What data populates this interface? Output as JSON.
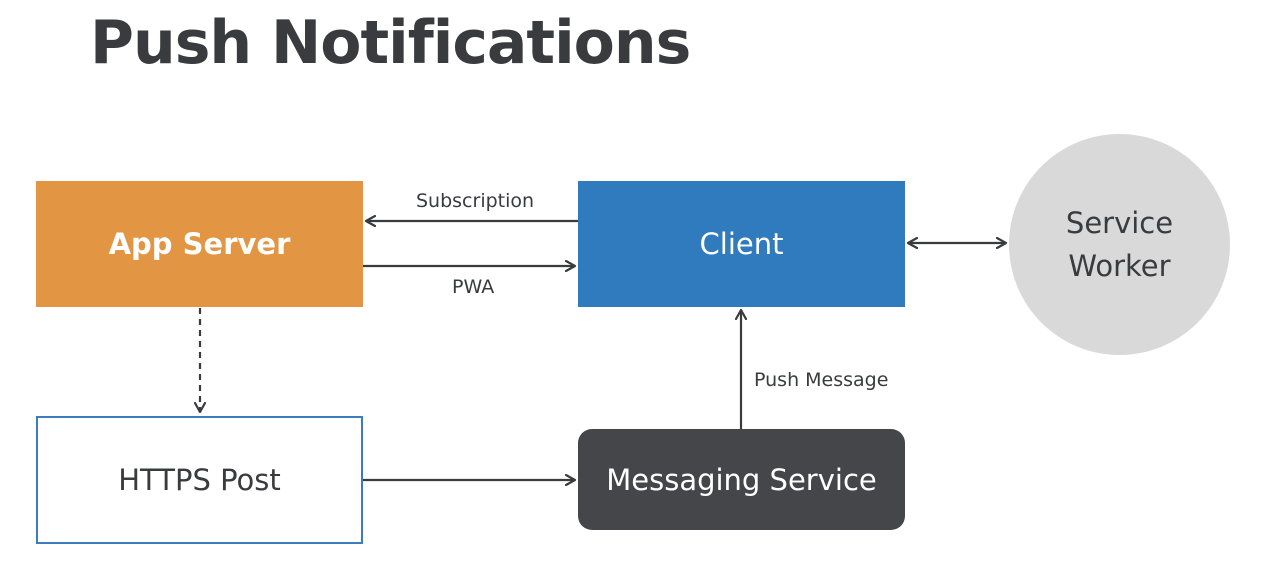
{
  "title": "Push Notifications",
  "nodes": {
    "app_server": "App Server",
    "client": "Client",
    "service_worker_line1": "Service",
    "service_worker_line2": "Worker",
    "https_post": "HTTPS Post",
    "messaging_service": "Messaging Service"
  },
  "edges": {
    "subscription": "Subscription",
    "pwa": "PWA",
    "push_message": "Push Message"
  },
  "colors": {
    "app_server": "#e29542",
    "client": "#2f7bbd",
    "messaging_service": "#45464a",
    "service_worker": "#d9d9d9",
    "https_post_border": "#3c7cbc"
  }
}
